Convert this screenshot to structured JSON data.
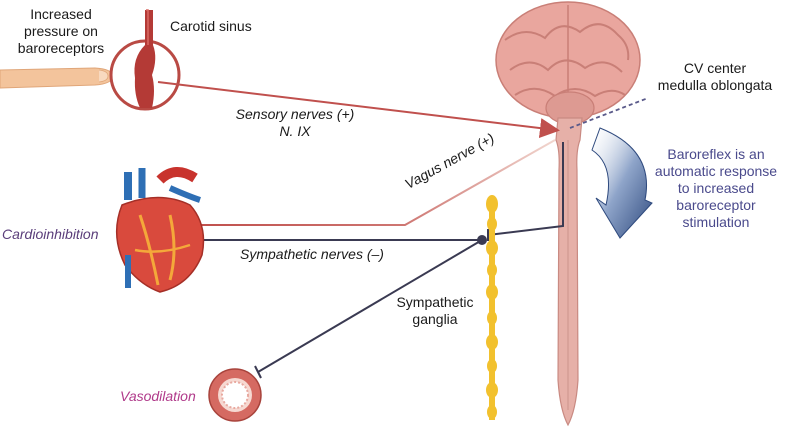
{
  "labels": {
    "increased_pressure": [
      "Increased",
      "pressure on",
      "baroreceptors"
    ],
    "carotid_sinus": "Carotid sinus",
    "cv_center": [
      "CV center",
      "medulla oblongata"
    ],
    "sensory_nerves": [
      "Sensory nerves (+)",
      "N. IX"
    ],
    "vagus_nerve": "Vagus nerve (+)",
    "baroreflex": [
      "Baroreflex is an",
      "automatic response",
      "to increased",
      "baroreceptor",
      "stimulation"
    ],
    "cardioinhibition": "Cardioinhibition",
    "sympathetic_nerves": "Sympathetic nerves (–)",
    "sympathetic_ganglia": [
      "Sympathetic",
      "ganglia"
    ],
    "vasodilation": "Vasodilation"
  },
  "colors": {
    "sensory_path": "#c0504d",
    "sympathetic_path": "#3a3a52",
    "baroreflex_text": "#4a4a8c",
    "cardioinhibition_text": "#5a3d7a",
    "vasodilation_text": "#b03a8a",
    "brain": "#e8a9a0",
    "spinal_cord": "#e3aca4",
    "ganglia": "#f2c12e",
    "arrow": "#3e5a8a"
  },
  "icons": [
    "finger-icon",
    "carotid-artery-icon",
    "brain-icon",
    "spinal-cord-icon",
    "heart-icon",
    "vessel-cross-section-icon",
    "sympathetic-chain-icon",
    "curved-arrow-icon"
  ]
}
